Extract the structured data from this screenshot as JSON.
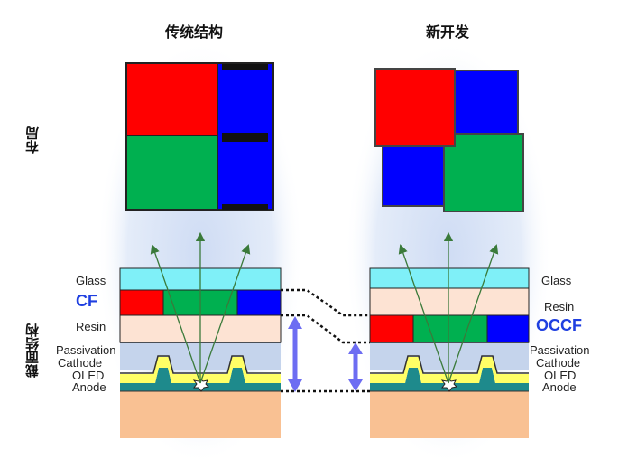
{
  "headings": {
    "left": "传统结构",
    "right": "新开发",
    "row_layout": "布局",
    "row_cross": "截面结构"
  },
  "left_layers": {
    "glass": "Glass",
    "cf": "CF",
    "resin": "Resin",
    "passivation": "Passivation",
    "cathode": "Cathode",
    "oled": "OLED",
    "anode": "Anode"
  },
  "right_layers": {
    "glass": "Glass",
    "resin": "Resin",
    "occf": "OCCF",
    "passivation": "Passivation",
    "cathode": "Cathode",
    "oled": "OLED",
    "anode": "Anode"
  },
  "colors": {
    "red": "#ff0000",
    "green": "#00b050",
    "blue": "#0000ff",
    "glass": "#7ff0f8",
    "resin": "#fde3d3",
    "passivation": "#c5d4ec",
    "oled": "#ffff66",
    "anode": "#1e8a8c",
    "substrate": "#f9c193",
    "arrow_purple": "#6d6df2",
    "label_blue": "#1f3fe0"
  }
}
